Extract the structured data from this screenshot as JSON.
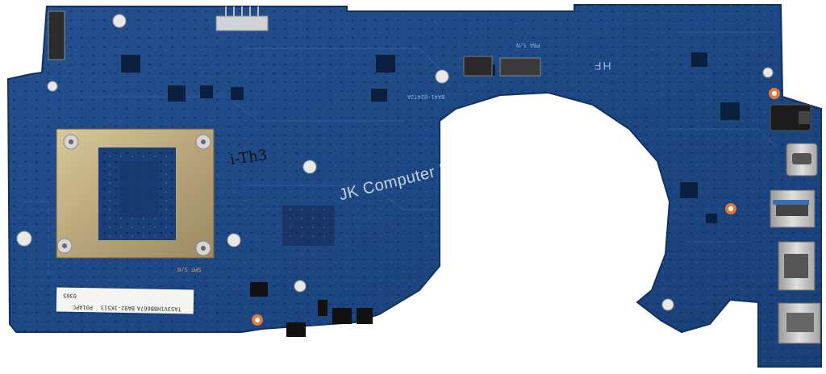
{
  "photo": {
    "subject": "laptop-motherboard",
    "colors": {
      "board": "#1f4a8a",
      "board_dark": "#163a72",
      "background": "#ffffff",
      "heatsink": "#b9a57a"
    }
  },
  "watermark": {
    "text": "JK Computer Parts"
  },
  "silkscreen": {
    "hf": "HF",
    "pba_sn": "PBA S/N",
    "ba41": "BA41-02472A",
    "smt_sn": "SMT S/N",
    "handwritten": "i-Th3"
  },
  "sticker": {
    "line1": "TA53V1H8B667A",
    "line2": "BA92-1K513",
    "line3": "P01APC",
    "line4": "0365"
  }
}
